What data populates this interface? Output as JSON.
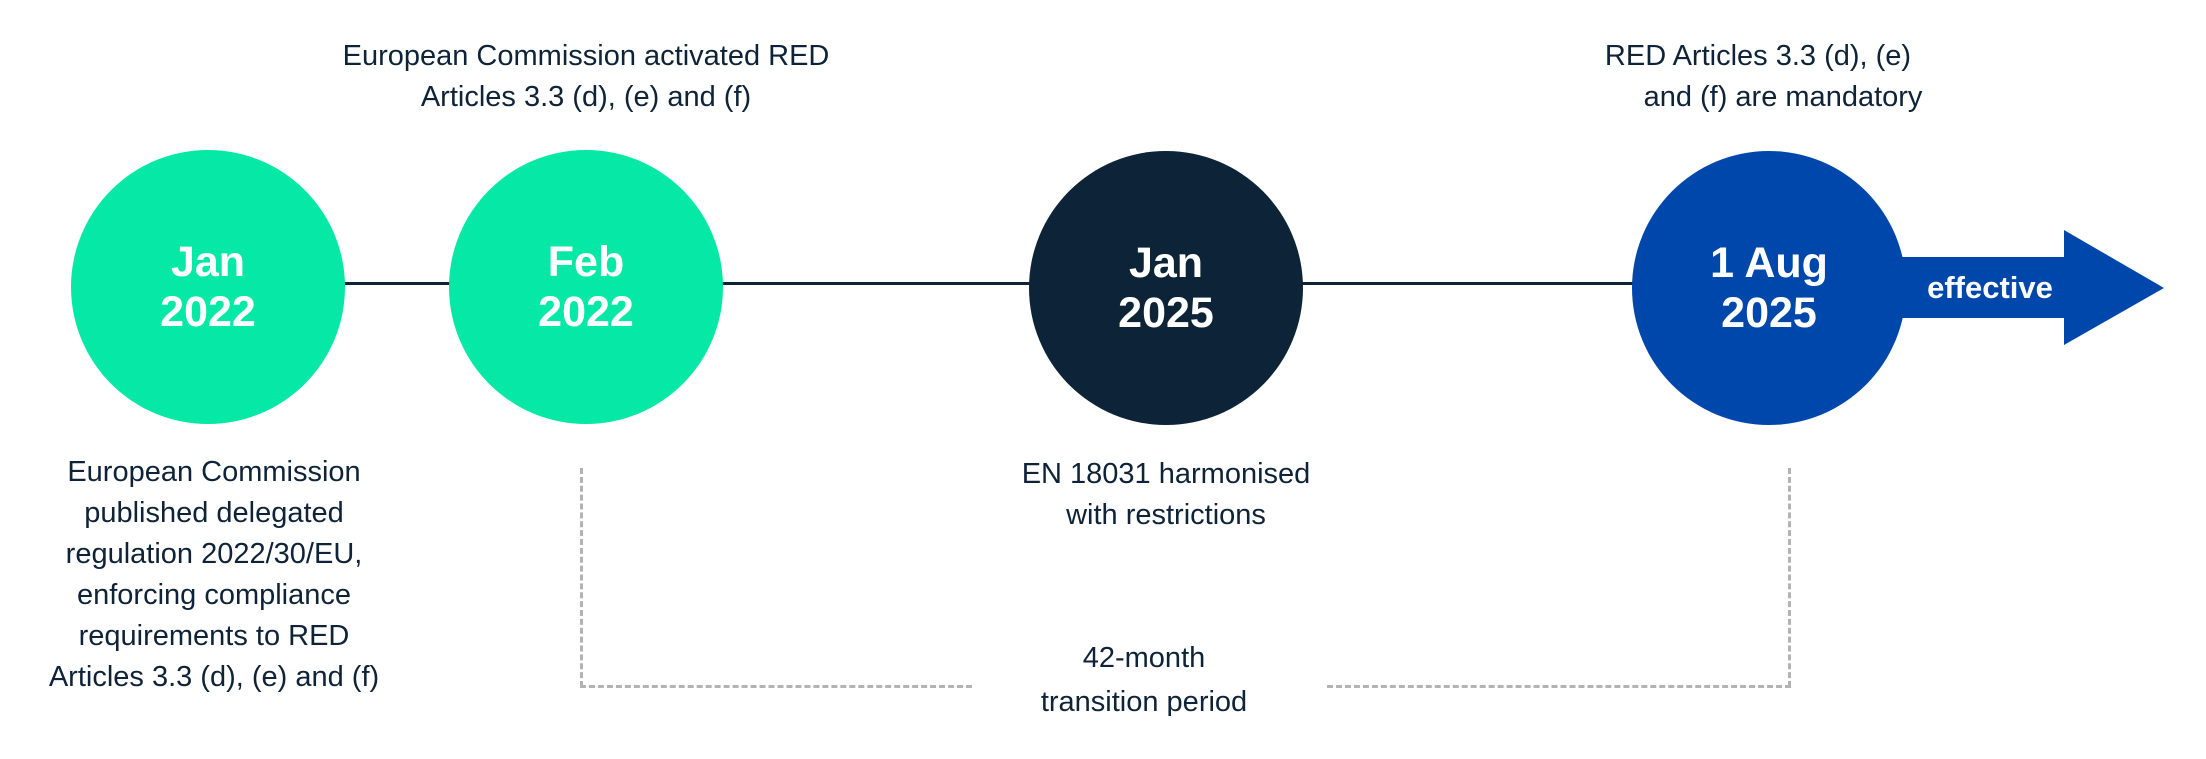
{
  "colors": {
    "green": "#05e8a6",
    "navy": "#0d2438",
    "blue": "#0047ab",
    "line": "#0e2337",
    "dashed": "#b3b3b3",
    "text": "#0e2337"
  },
  "milestones": [
    {
      "month": "Jan",
      "year": "2022",
      "color": "green",
      "note_below": [
        "European Commission",
        "published delegated",
        "regulation 2022/30/EU,",
        "enforcing compliance",
        "requirements to RED",
        "Articles 3.3 (d), (e) and (f)"
      ]
    },
    {
      "month": "Feb",
      "year": "2022",
      "color": "green",
      "note_above": [
        "European Commission activated RED",
        "Articles 3.3 (d), (e) and (f)"
      ]
    },
    {
      "month": "Jan",
      "year": "2025",
      "color": "navy",
      "note_below": [
        "EN 18031 harmonised",
        "with restrictions"
      ]
    },
    {
      "month": "1 Aug",
      "year": "2025",
      "color": "blue",
      "note_above": [
        "RED Articles 3.3 (d), (e)",
        "and (f) are mandatory"
      ]
    }
  ],
  "arrow": {
    "label": "effective"
  },
  "transition": {
    "lines": [
      "42-month",
      "transition period"
    ]
  }
}
